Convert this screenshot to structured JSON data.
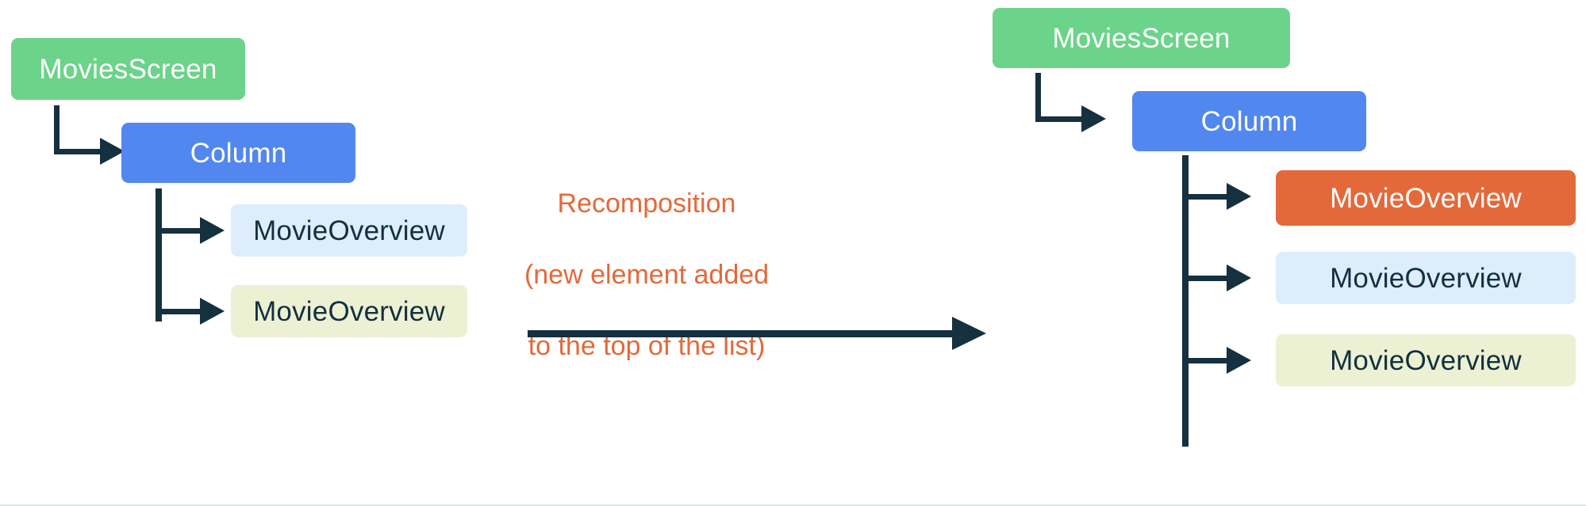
{
  "diagram": {
    "title_color": "#e4693a",
    "line_color": "#15303f",
    "before": {
      "nodes": [
        {
          "id": "movies-screen",
          "label": "MoviesScreen",
          "color": "#6cd38a",
          "text_color": "#ffffff"
        },
        {
          "id": "column",
          "label": "Column",
          "color": "#5287ef",
          "text_color": "#ffffff"
        },
        {
          "id": "movie-overview-1",
          "label": "MovieOverview",
          "color": "#ddedfb",
          "text_color": "#14303f"
        },
        {
          "id": "movie-overview-2",
          "label": "MovieOverview",
          "color": "#ecf1d4",
          "text_color": "#14303f"
        }
      ]
    },
    "transition": {
      "line1": "Recomposition",
      "line2": "(new element added",
      "line3": "to the top of the list)"
    },
    "after": {
      "nodes": [
        {
          "id": "movies-screen",
          "label": "MoviesScreen",
          "color": "#6cd38a",
          "text_color": "#ffffff"
        },
        {
          "id": "column",
          "label": "Column",
          "color": "#5287ef",
          "text_color": "#ffffff"
        },
        {
          "id": "movie-overview-new",
          "label": "MovieOverview",
          "color": "#e4693a",
          "text_color": "#ffffff"
        },
        {
          "id": "movie-overview-1",
          "label": "MovieOverview",
          "color": "#ddedfb",
          "text_color": "#14303f"
        },
        {
          "id": "movie-overview-2",
          "label": "MovieOverview",
          "color": "#ecf1d4",
          "text_color": "#14303f"
        }
      ]
    }
  }
}
